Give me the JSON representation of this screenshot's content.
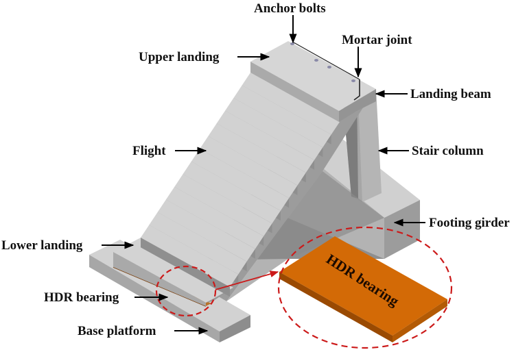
{
  "figure": {
    "title": "Prefabricated staircase model with HDR bearing",
    "labels": {
      "anchor_bolts": "Anchor bolts",
      "mortar_joint": "Mortar joint",
      "upper_landing": "Upper landing",
      "landing_beam": "Landing beam",
      "flight": "Flight",
      "stair_column": "Stair column",
      "footing_girder": "Footing girder",
      "lower_landing": "Lower landing",
      "hdr_bearing": "HDR bearing",
      "base_platform": "Base platform"
    },
    "detail_callout": {
      "label": "HDR bearing"
    },
    "colors": {
      "concrete_top": "#d4d4d4",
      "concrete_front": "#a8a8a8",
      "concrete_side": "#8a8a8a",
      "bearing_top": "#d36a06",
      "bearing_side": "#9a4a02",
      "callout": "#cc1a1a",
      "arrow": "#000000"
    }
  }
}
